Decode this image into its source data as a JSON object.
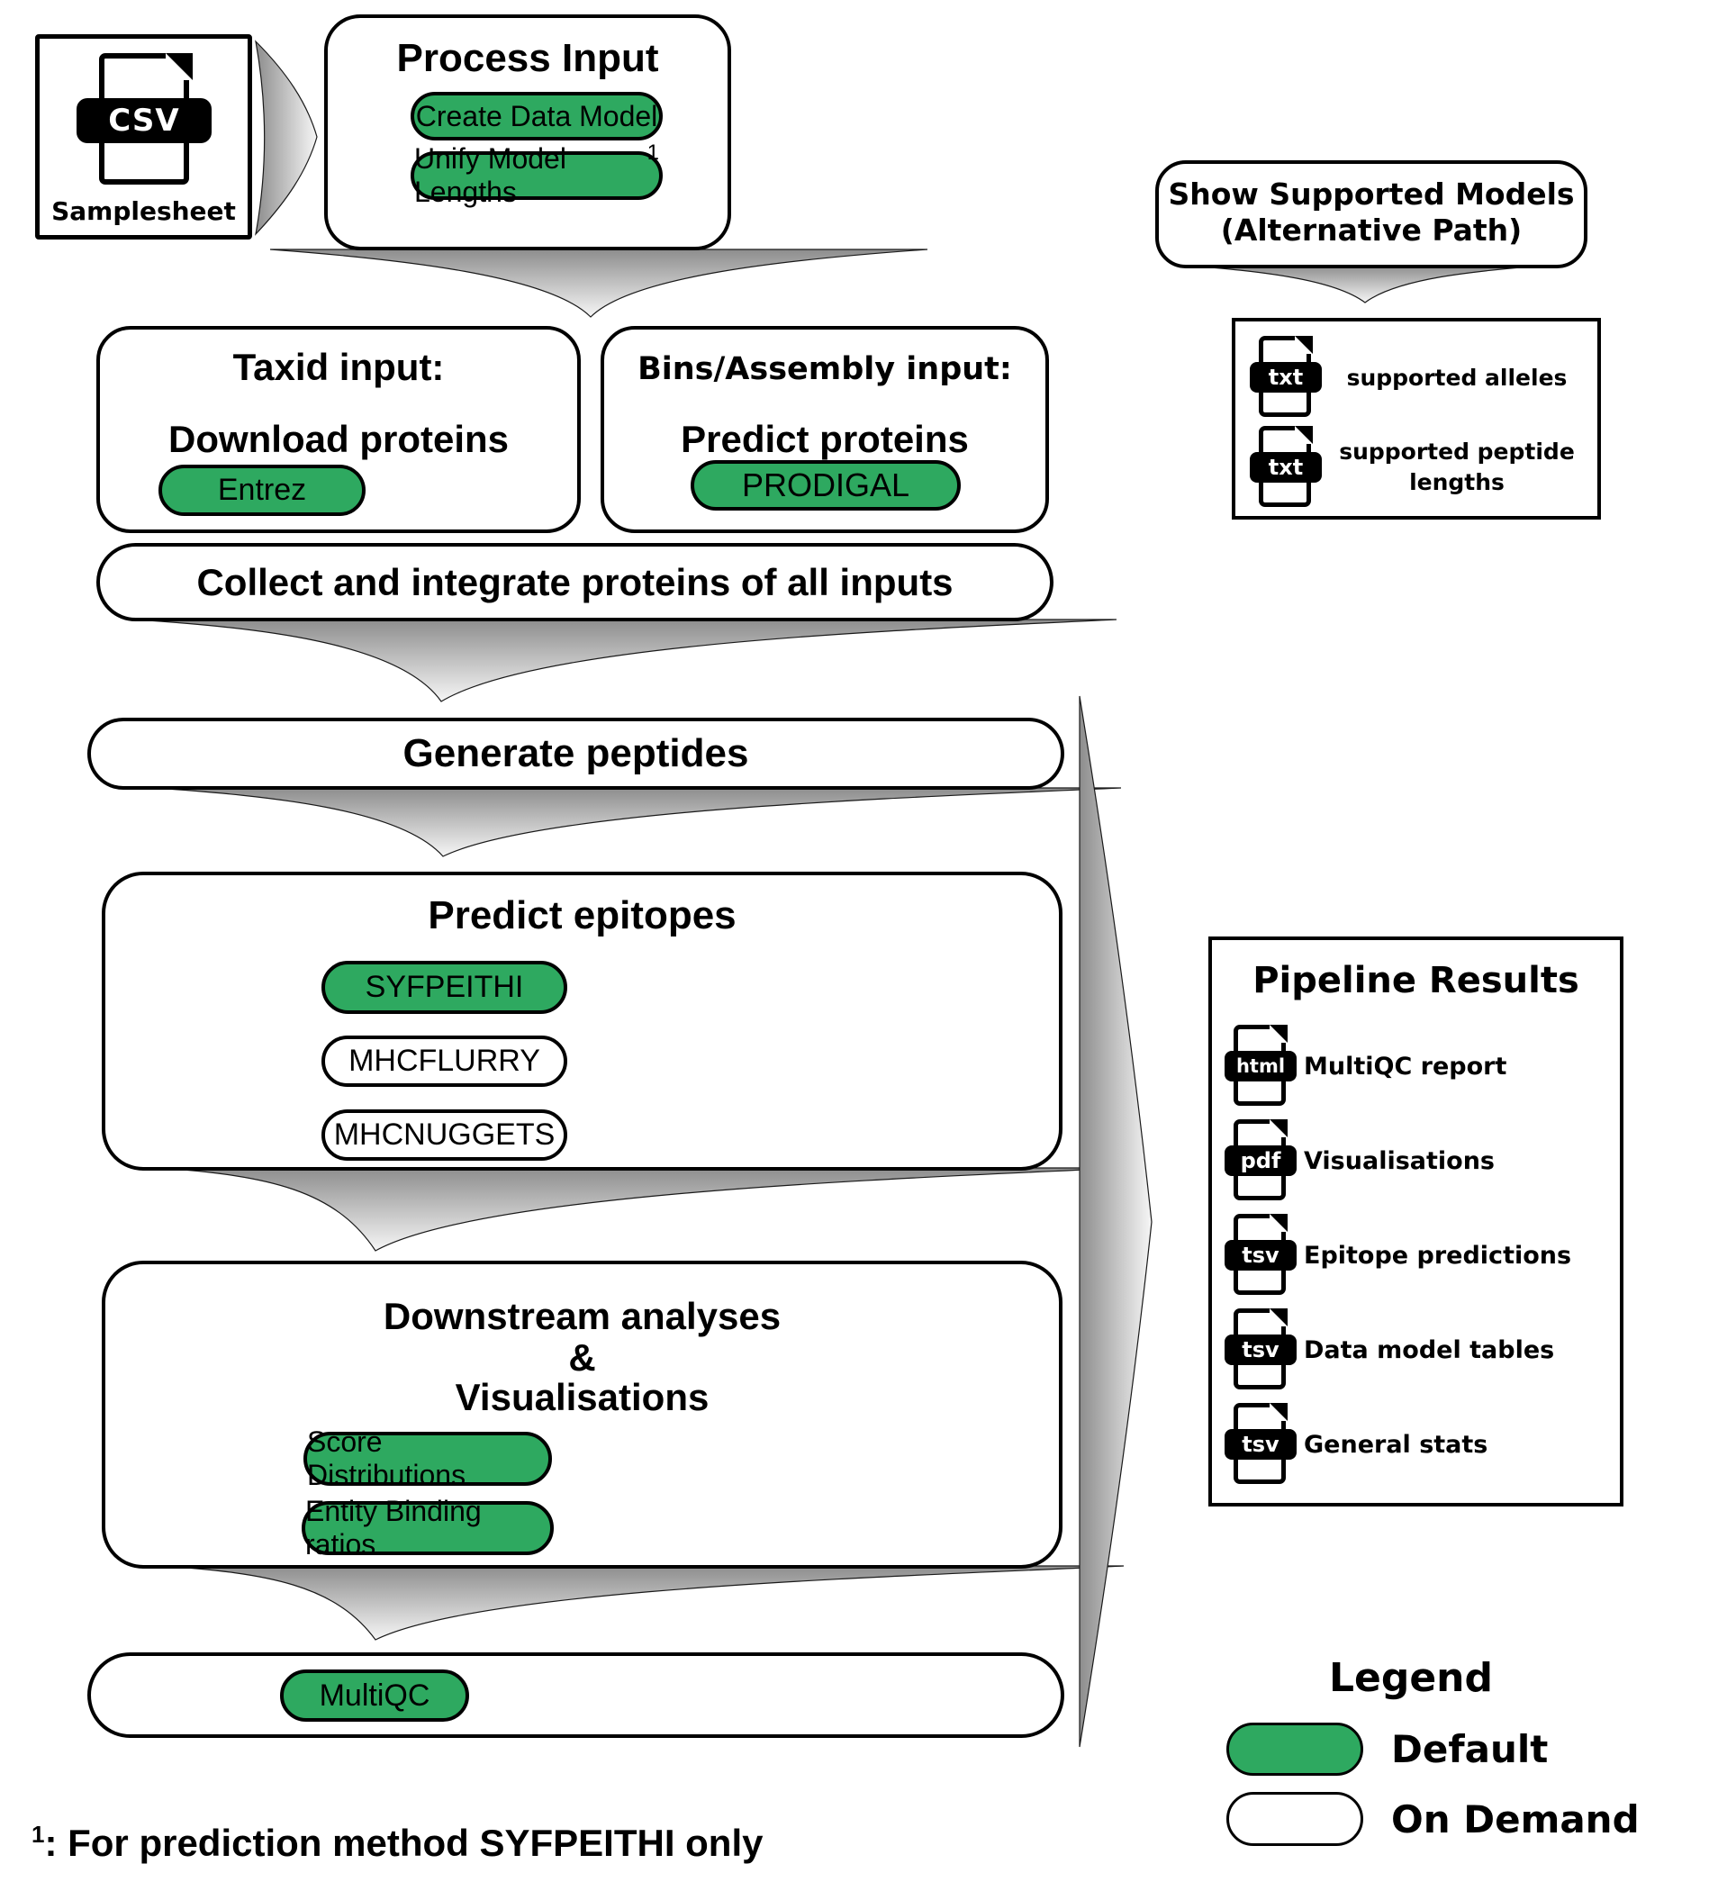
{
  "colors": {
    "accent_green": "#2EA960",
    "arrow_dark": "#8d8d8d",
    "arrow_light": "#f6f6f6"
  },
  "samplesheet": {
    "file_type": "CSV",
    "label": "Samplesheet"
  },
  "process_input": {
    "title": "Process Input",
    "steps": [
      {
        "label": "Create Data Model",
        "default": true
      },
      {
        "label": "Unify Model Lengths",
        "superscript": "1",
        "default": true
      }
    ]
  },
  "taxid": {
    "title": "Taxid input:",
    "subtitle": "Download proteins",
    "tool": "Entrez",
    "tool_default": true
  },
  "bins": {
    "title": "Bins/Assembly input:",
    "subtitle": "Predict proteins",
    "tool": "PRODIGAL",
    "tool_default": true
  },
  "collect": {
    "label": "Collect and integrate proteins of all inputs"
  },
  "generate": {
    "label": "Generate peptides"
  },
  "predict": {
    "title": "Predict epitopes",
    "tools": [
      {
        "label": "SYFPEITHI",
        "default": true
      },
      {
        "label": "MHCFLURRY",
        "default": false
      },
      {
        "label": "MHCNUGGETS",
        "default": false
      }
    ]
  },
  "downstream": {
    "title_line1": "Downstream analyses",
    "title_line2": "&",
    "title_line3": "Visualisations",
    "tools": [
      {
        "label": "Score Distributions",
        "default": true
      },
      {
        "label": "Entity Binding ratios",
        "default": true
      }
    ]
  },
  "multiqc": {
    "tool": "MultiQC",
    "tool_default": true
  },
  "footnote": {
    "marker": "1",
    "text": ": For prediction method SYFPEITHI only"
  },
  "supported_models": {
    "title_line1": "Show Supported Models",
    "title_line2": "(Alternative Path)",
    "files": [
      {
        "type": "txt",
        "label": "supported alleles"
      },
      {
        "type": "txt",
        "label": "supported peptide lengths"
      }
    ]
  },
  "pipeline_results": {
    "title": "Pipeline Results",
    "files": [
      {
        "type": "html",
        "label": "MultiQC report"
      },
      {
        "type": "pdf",
        "label": "Visualisations"
      },
      {
        "type": "tsv",
        "label": "Epitope predictions"
      },
      {
        "type": "tsv",
        "label": "Data model tables"
      },
      {
        "type": "tsv",
        "label": "General stats"
      }
    ]
  },
  "legend": {
    "title": "Legend",
    "items": [
      {
        "label": "Default",
        "default": true
      },
      {
        "label": "On Demand",
        "default": false
      }
    ]
  }
}
